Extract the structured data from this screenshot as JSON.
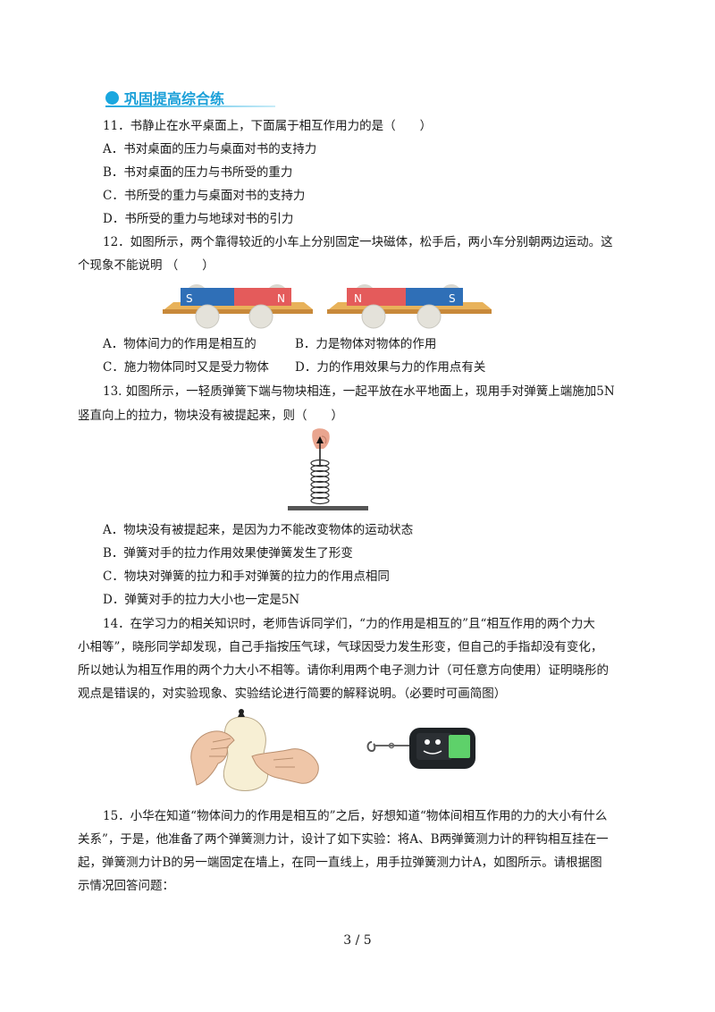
{
  "section": {
    "title": "巩固提高综合练"
  },
  "q11": {
    "stem": "11．书静止在水平桌面上，下面属于相互作用力的是（　　）",
    "options": [
      "A．书对桌面的压力与桌面对书的支持力",
      "B．书对桌面的压力与书所受的重力",
      "C．书所受的重力与桌面对书的支持力",
      "D．书所受的重力与地球对书的引力"
    ]
  },
  "q12": {
    "stem_line1": "12．如图所示，两个靠得较近的小车上分别固定一块磁体，松手后，两小车分别朝两边运动。这",
    "stem_line2": "个现象不能说明 （　　）",
    "figure": {
      "car1_left": "S",
      "car1_right": "N",
      "car2_left": "N",
      "car2_right": "S"
    },
    "options": [
      "A．物体间力的作用是相互的",
      "B．力是物体对物体的作用",
      "C．施力物体同时又是受力物体",
      "D．力的作用效果与力的作用点有关"
    ]
  },
  "q13": {
    "stem_line1": "13. 如图所示，一轻质弹簧下端与物块相连，一起平放在水平地面上，现用手对弹簧上端施加",
    "stem_force": "5N",
    "stem_line2": "竖直向上的拉力，物块没有被提起来，则（　　）",
    "options": [
      "A．物块没有被提起来，是因为力不能改变物体的运动状态",
      "B．弹簧对手的拉力作用效果使弹簧发生了形变",
      "C．物块对弹簧的拉力和手对弹簧的拉力的作用点相同",
      "D．弹簧对手的拉力大小也一定是5N"
    ]
  },
  "q14": {
    "lines": [
      "14．在学习力的相关知识时，老师告诉同学们，“力的作用是相互的”且“相互作用的两个力大",
      "小相等”，晓彤同学却发现，自己手指按压气球，气球因受力发生形变，但自己的手指却没有变化，",
      "所以她认为相互作用的两个力大小不相等。请你利用两个电子测力计（可任意方向使用）证明晓彤的",
      "观点是错误的，对实验现象、实验结论进行简要的解释说明。（必要时可画简图）"
    ]
  },
  "q15": {
    "lines": [
      "15．小华在知道“物体间力的作用是相互的”之后，好想知道“物体间相互作用的力的大小有什么",
      "关系”，于是，他准备了两个弹簧测力计，设计了如下实验：将A、B两弹簧测力计的秤钩相互挂在一",
      "起，弹簧测力计B的另一端固定在墙上，在同一直线上，用手拉弹簧测力计A，如图所示。请根据图",
      "示情况回答问题："
    ]
  },
  "footer": {
    "page": "3 / 5"
  }
}
